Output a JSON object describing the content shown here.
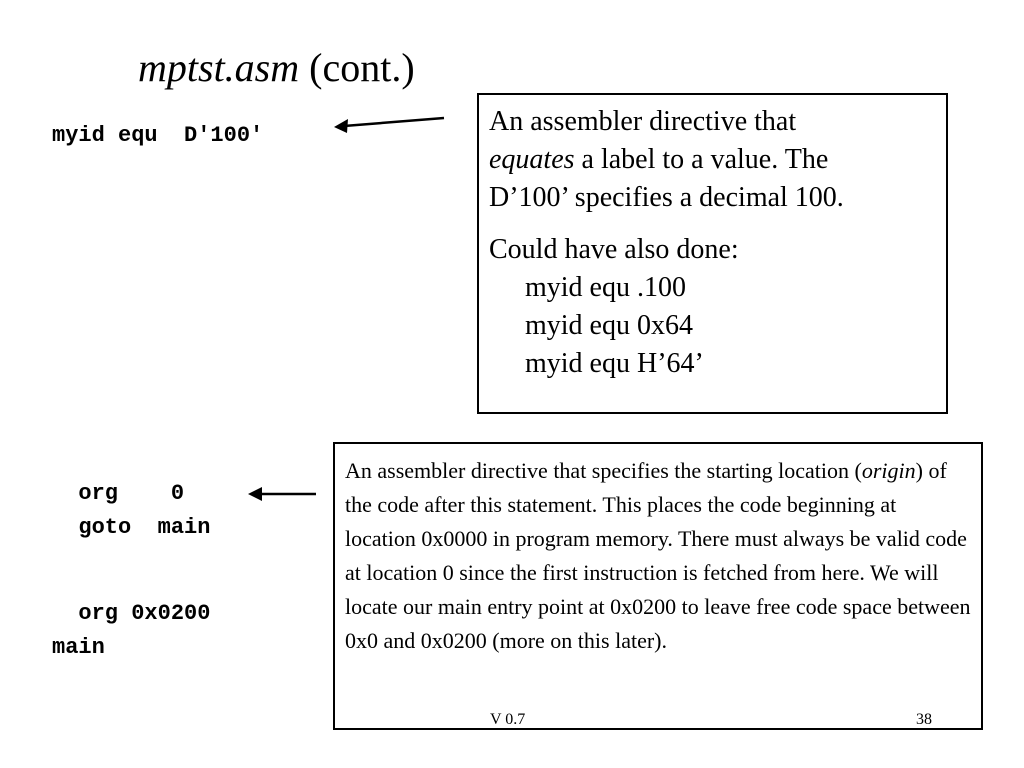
{
  "title": {
    "italic": "mptst.asm",
    "rest": " (cont.)"
  },
  "code": {
    "line1": "myid equ  D'100'",
    "line2": "  org    0",
    "line3": "  goto  main",
    "line4": "  org 0x0200",
    "line5": "main"
  },
  "box1": {
    "p1_a": "An assembler directive that",
    "p1_b_em": "equates",
    "p1_b_rest": " a label to a value.  The",
    "p1_c": "D’100’ specifies a decimal 100.",
    "p2_a": "Could have also done:",
    "p2_b": "myid equ .100",
    "p2_c": "myid equ 0x64",
    "p2_d": "myid equ  H’64’"
  },
  "box2": {
    "t1": "An assembler directive that specifies the starting location (",
    "t_em": "origin",
    "t2": ") of the code after this statement. This places the code beginning at location 0x0000 in program memory.  There must always be valid code at location 0 since the first instruction is fetched from here. We will locate our main entry point at 0x0200 to leave free code space between 0x0 and 0x0200 (more on this later)."
  },
  "footer": {
    "version": "V 0.7",
    "page": "38"
  }
}
